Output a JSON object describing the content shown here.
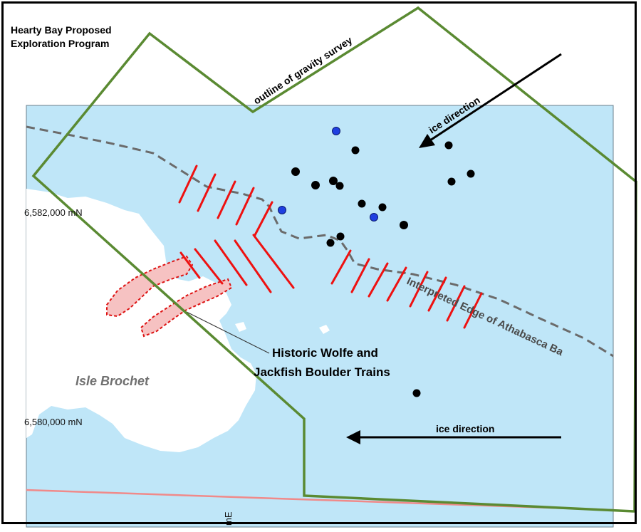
{
  "title": {
    "line1": "Hearty Bay Proposed",
    "line2": "Exploration Program"
  },
  "labels": {
    "gravity_outline": "outline of gravity survey",
    "ice_direction_ne": "ice direction",
    "ice_direction_e": "ice direction",
    "edge": "Interpreted Edge of Athabasca Ba",
    "boulder_line1": "Historic Wolfe and",
    "boulder_line2": "Jackfish Boulder Trains",
    "island": "Isle Brochet",
    "northing_1": "6,582,000 mN",
    "northing_2": "6,580,000 mN",
    "easting": "mE"
  },
  "colors": {
    "water": "#bfe6f8",
    "land": "#ffffff",
    "survey_outline": "#5a8a32",
    "red_lines": "#ee1111",
    "boulder_fill": "#f6c2c2",
    "boulder_edge": "#dd1111",
    "edge_line": "#6b6b6b",
    "black_points": "#000000",
    "blue_points": "#1f3fe0",
    "grid_line": "#f08a8a"
  }
}
